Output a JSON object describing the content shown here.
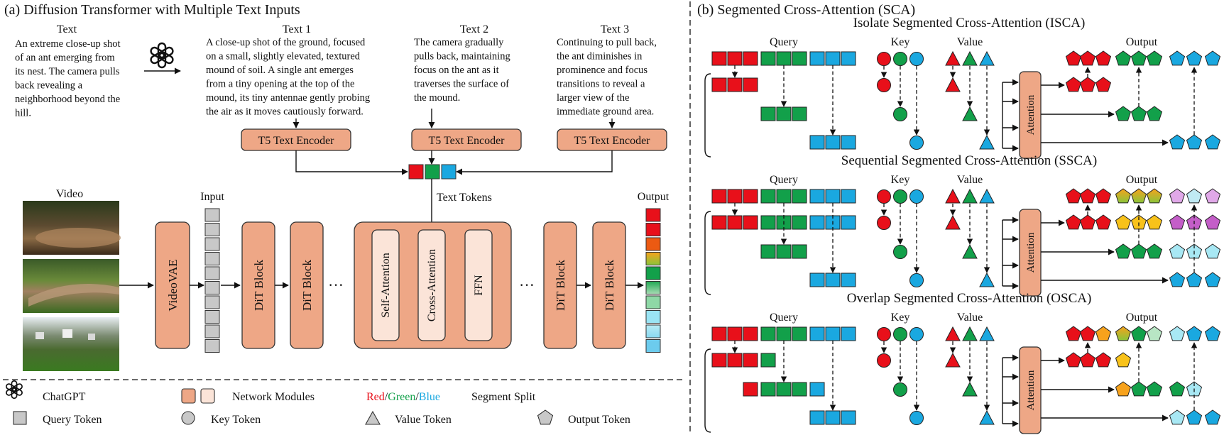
{
  "panel_a": {
    "title": "(a) Diffusion Transformer with Multiple Text Inputs",
    "text_heading": "Text",
    "text_body": [
      "An extreme close-up shot",
      "of an ant emerging from",
      "its nest. The camera pulls",
      "back revealing a",
      "neighborhood beyond the",
      "hill."
    ],
    "text1_heading": "Text 1",
    "text1_body": [
      "A close-up shot of the ground, focused",
      "on a small, slightly elevated, textured",
      "mound of soil. A single ant emerges",
      "from a tiny opening at the top of the",
      "mound, its tiny antennae gently probing",
      "the air as it moves cautiously forward."
    ],
    "text2_heading": "Text 2",
    "text2_body": [
      "The camera gradually",
      "pulls back, maintaining",
      "focus on the ant as it",
      "traverses the surface of",
      "the mound."
    ],
    "text3_heading": "Text 3",
    "text3_body": [
      "Continuing to pull back,",
      "the ant diminishes in",
      "prominence and focus",
      "transitions to reveal a",
      "larger view of the",
      "immediate ground area."
    ],
    "encoder_label": "T5 Text Encoder",
    "text_tokens_label": "Text Tokens",
    "video_label": "Video",
    "input_label": "Input",
    "output_label": "Output",
    "vae_label": "VideoVAE",
    "dit_label": "DiT Block",
    "ellipsis": "···",
    "sub_modules": [
      "Self-Attention",
      "Cross-Attention",
      "FFN"
    ]
  },
  "legend": {
    "chatgpt": "ChatGPT",
    "network_modules": "Network Modules",
    "red": "Red",
    "slash": "/",
    "green": "Green",
    "blue": "Blue",
    "segment_split": "Segment Split",
    "query_token": "Query Token",
    "key_token": "Key Token",
    "value_token": "Value Token",
    "output_token": "Output Token"
  },
  "panel_b": {
    "title": "(b) Segmented Cross-Attention (SCA)",
    "sections": [
      {
        "title": "Isolate Segmented  Cross-Attention (ISCA)"
      },
      {
        "title": "Sequential Segmented  Cross-Attention (SSCA)"
      },
      {
        "title": "Overlap Segmented Cross-Attention (OSCA)"
      }
    ],
    "query_label": "Query",
    "key_label": "Key",
    "value_label": "Value",
    "output_label": "Output",
    "attention_label": "Attention"
  },
  "colors": {
    "red": "#e8101a",
    "green": "#12a04a",
    "blue": "#1aa8e0",
    "module": "#eea786",
    "module_light": "#fbe4d8",
    "gray_token": "#c8c8c8",
    "orange": "#f7a21c",
    "yellow": "#f8c21a",
    "purple": "#c45ec8",
    "light_blue": "#a8e8f4"
  },
  "icons": {
    "chatgpt": "chatgpt-logo-icon",
    "query": "square-icon",
    "key": "circle-icon",
    "value": "triangle-icon",
    "output": "pentagon-icon"
  }
}
